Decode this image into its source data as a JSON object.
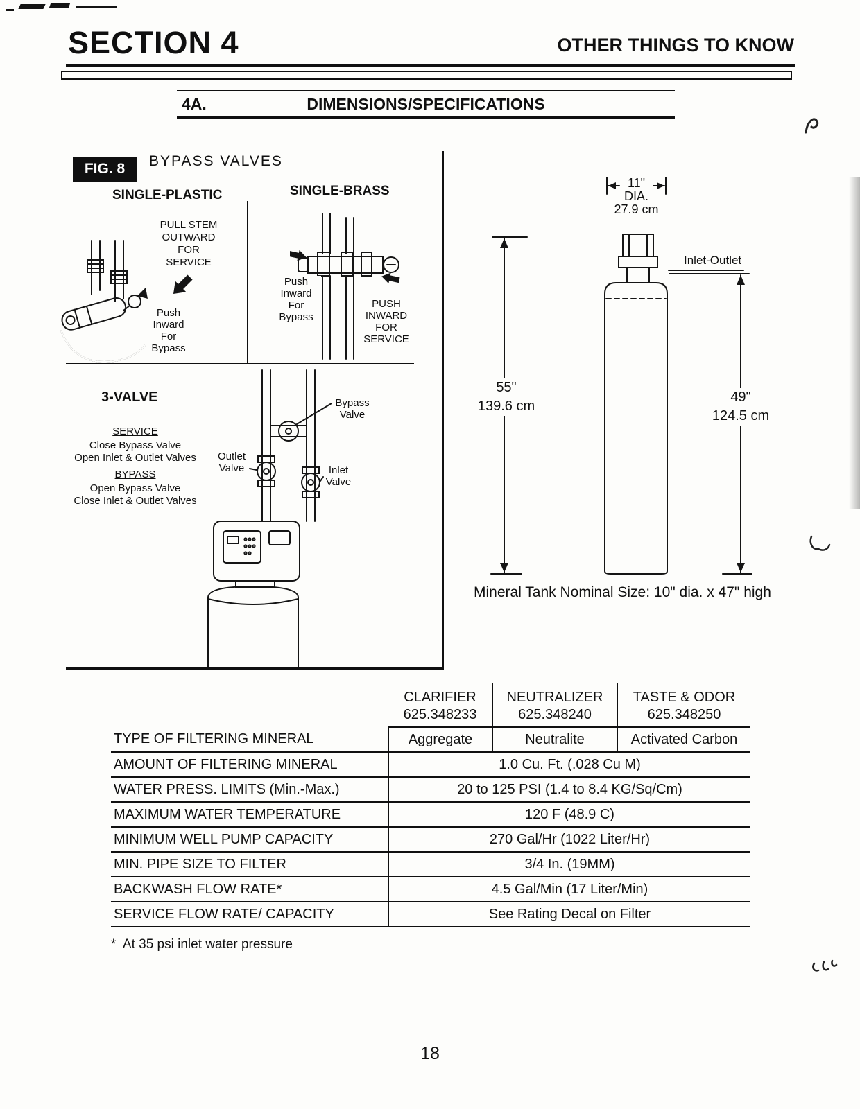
{
  "header": {
    "section": "SECTION 4",
    "right": "OTHER THINGS TO KNOW",
    "sub_num": "4A.",
    "sub_title": "DIMENSIONS/SPECIFICATIONS"
  },
  "figure": {
    "tag": "FIG. 8",
    "title": "BYPASS VALVES",
    "plastic": {
      "heading": "SINGLE-PLASTIC",
      "pull_stem": "PULL STEM\nOUTWARD\nFOR\nSERVICE",
      "push_inward": "Push\nInward\nFor\nBypass"
    },
    "brass": {
      "heading": "SINGLE-BRASS",
      "push_bypass": "Push\nInward\nFor\nBypass",
      "push_service": "PUSH\nINWARD\nFOR\nSERVICE"
    },
    "three_valve": {
      "heading": "3-VALVE",
      "service_title": "SERVICE",
      "service_text": "Close Bypass Valve\nOpen Inlet & Outlet Valves",
      "bypass_title": "BYPASS",
      "bypass_text": "Open Bypass Valve\nClose Inlet & Outlet Valves",
      "bypass_valve_label": "Bypass\nValve",
      "outlet_valve_label": "Outlet\nValve",
      "inlet_valve_label": "Inlet\nValve"
    }
  },
  "tank": {
    "dia_in": "11\"",
    "dia_lbl": "DIA.",
    "dia_cm": "27.9 cm",
    "inlet_outlet": "Inlet-Outlet",
    "h_left_in": "55\"",
    "h_left_cm": "139.6 cm",
    "h_right_in": "49\"",
    "h_right_cm": "124.5 cm",
    "caption": "Mineral Tank Nominal Size: 10\" dia. x 47\" high"
  },
  "table": {
    "columns": [
      {
        "name": "CLARIFIER",
        "model": "625.348233"
      },
      {
        "name": "NEUTRALIZER",
        "model": "625.348240"
      },
      {
        "name": "TASTE & ODOR",
        "model": "625.348250"
      }
    ],
    "rows": [
      {
        "label": "TYPE OF FILTERING MINERAL",
        "values": [
          "Aggregate",
          "Neutralite",
          "Activated Carbon"
        ]
      },
      {
        "label": "AMOUNT OF FILTERING MINERAL",
        "span": "1.0 Cu. Ft. (.028 Cu M)"
      },
      {
        "label": "WATER PRESS. LIMITS (Min.-Max.)",
        "span": "20 to 125 PSI (1.4 to 8.4 KG/Sq/Cm)"
      },
      {
        "label": "MAXIMUM WATER TEMPERATURE",
        "span": "120 F (48.9 C)"
      },
      {
        "label": "MINIMUM WELL PUMP CAPACITY",
        "span": "270 Gal/Hr (1022 Liter/Hr)"
      },
      {
        "label": "MIN. PIPE SIZE TO FILTER",
        "span": "3/4 In. (19MM)"
      },
      {
        "label": "BACKWASH FLOW RATE*",
        "span": "4.5 Gal/Min (17 Liter/Min)"
      },
      {
        "label": "SERVICE FLOW RATE/ CAPACITY",
        "span": "See Rating Decal on Filter"
      }
    ]
  },
  "footnote": "*  At 35 psi inlet water pressure",
  "page_number": "18"
}
